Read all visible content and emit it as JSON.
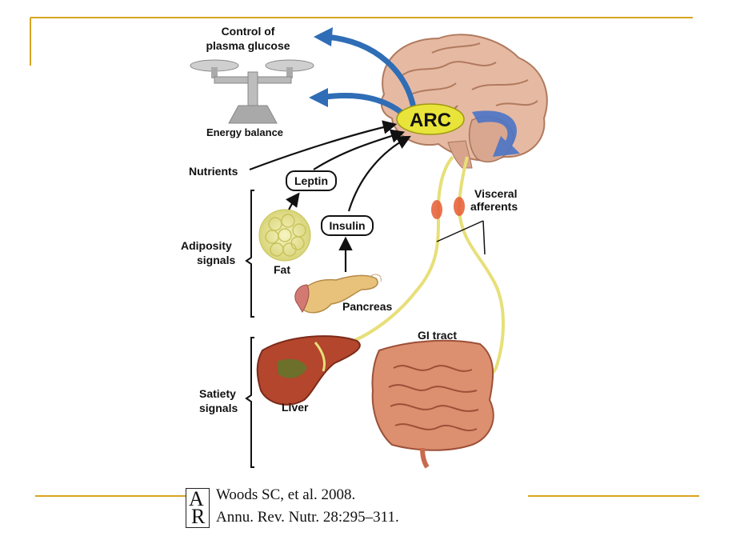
{
  "diagram": {
    "labels": {
      "control": [
        "Control of",
        "plasma glucose"
      ],
      "energy": "Energy balance",
      "arc": "ARC",
      "nutrients": "Nutrients",
      "leptin": "Leptin",
      "insulin": "Insulin",
      "fat": "Fat",
      "pancreas": "Pancreas",
      "visceral": [
        "Visceral",
        "afferents"
      ],
      "adiposity": [
        "Adiposity",
        "signals"
      ],
      "satiety": [
        "Satiety",
        "signals"
      ],
      "gi_tract": "GI tract",
      "liver": "Liver"
    }
  },
  "citation": {
    "logo": [
      "A",
      "R"
    ],
    "line1": "Woods SC, et al. 2008.",
    "line2": "Annu. Rev. Nutr. 28:295–311."
  },
  "colors": {
    "slide_rule": "#d9a521",
    "arrow_blue": "#2f6db6",
    "arc_fill": "#e9e43a",
    "nerve": "#ece58a",
    "brain": "#e6b9a2",
    "liver": "#b3462c",
    "intestine": "#dc9070"
  }
}
